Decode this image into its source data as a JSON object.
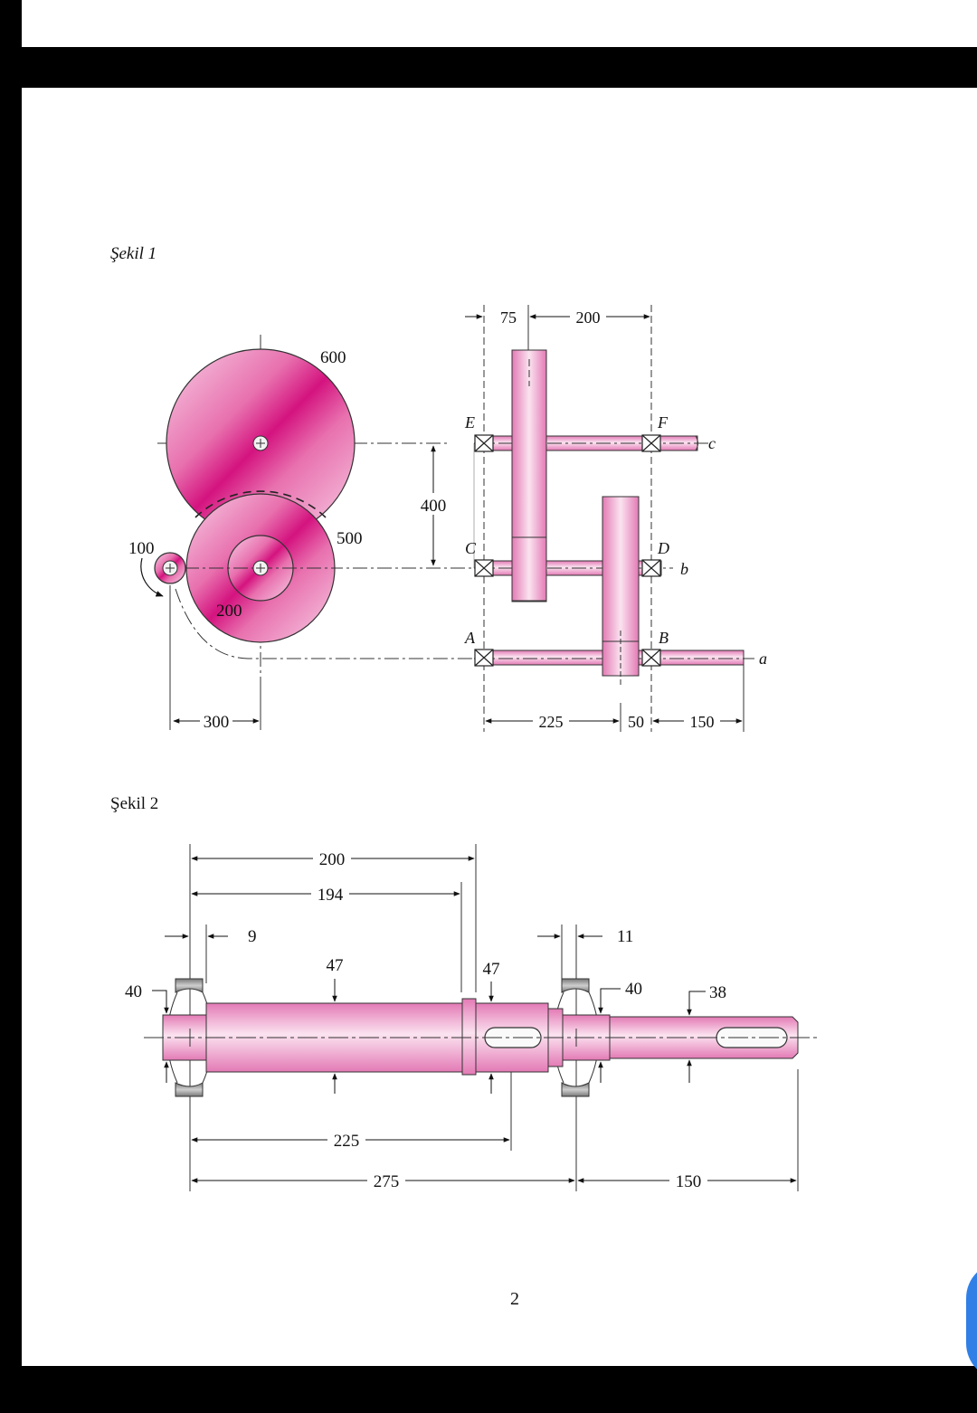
{
  "figure1": {
    "caption": "Şekil 1",
    "gear_labels": {
      "large": "600",
      "medium": "500",
      "pinion": "100",
      "hub": "200"
    },
    "dims": {
      "spacing_400": "400",
      "offset_300": "300",
      "top_75": "75",
      "top_200": "200",
      "bottom_225": "225",
      "bottom_50": "50",
      "bottom_150": "150"
    },
    "bearing_labels": {
      "E": "E",
      "F": "F",
      "C": "C",
      "D": "D",
      "A": "A",
      "B": "B"
    },
    "shaft_labels": {
      "a": "a",
      "b": "b",
      "c": "c"
    }
  },
  "figure2": {
    "caption": "Şekil 2",
    "dims": {
      "d200": "200",
      "d194": "194",
      "d9": "9",
      "d11": "11",
      "d47a": "47",
      "d47b": "47",
      "d40a": "40",
      "d40b": "40",
      "d38": "38",
      "d225": "225",
      "d275": "275",
      "d150": "150"
    }
  },
  "page_number": "2",
  "colors": {
    "pink": "#e0559d",
    "pink_light": "#f6c9e2",
    "magenta": "#d4137f",
    "bearing_gray": "#999999"
  }
}
